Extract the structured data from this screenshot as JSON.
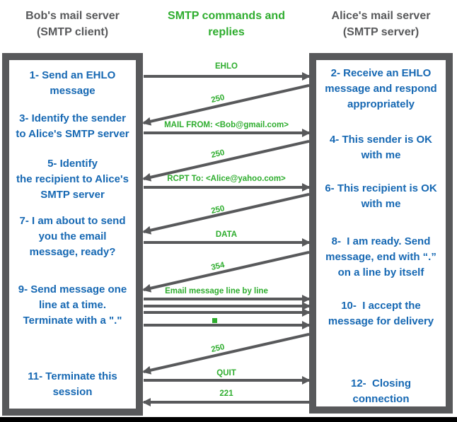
{
  "header": {
    "client": {
      "line1": "Bob's mail server",
      "line2": "(SMTP client)"
    },
    "title": {
      "line1": "SMTP commands and",
      "line2": "replies"
    },
    "server": {
      "line1": "Alice's mail server",
      "line2": "(SMTP server)"
    }
  },
  "client_box": {
    "steps": [
      "1- Send an EHLO\nmessage",
      "3- Identify the sender\nto Alice's SMTP server",
      "5- Identify\nthe recipient to Alice's\nSMTP server",
      "7- I am about to send\nyou the email\nmessage, ready?",
      "9- Send message one\nline at a time.\nTerminate with a \".\"",
      "11- Terminate this\nsession"
    ]
  },
  "server_box": {
    "steps": [
      "2- Receive an EHLO\nmessage and respond\nappropriately",
      "4- This sender is OK\nwith me",
      "6- This recipient is OK\nwith me",
      "8-  I am ready. Send\nmessage, end with “.”\non a line by itself",
      "10-  I accept the\nmessage for delivery",
      "12-  Closing\nconnection"
    ]
  },
  "messages": [
    {
      "label": "EHLO",
      "from": "client",
      "to": "server"
    },
    {
      "label": "250",
      "from": "server",
      "to": "client"
    },
    {
      "label": "MAIL FROM: <Bob@gmail.com>",
      "from": "client",
      "to": "server"
    },
    {
      "label": "250",
      "from": "server",
      "to": "client"
    },
    {
      "label": "RCPT To: <Alice@yahoo.com>",
      "from": "client",
      "to": "server"
    },
    {
      "label": "250",
      "from": "server",
      "to": "client"
    },
    {
      "label": "DATA",
      "from": "client",
      "to": "server"
    },
    {
      "label": "354",
      "from": "server",
      "to": "client"
    },
    {
      "label": "Email message line by line",
      "from": "client",
      "to": "server",
      "note": "sent as multiple arrows ending with a \".\" line shown as a green square"
    },
    {
      "label": "250",
      "from": "server",
      "to": "client"
    },
    {
      "label": "QUIT",
      "from": "client",
      "to": "server"
    },
    {
      "label": "221",
      "from": "server",
      "to": "client"
    }
  ],
  "colors": {
    "frame_gray": "#58595b",
    "arrow_gray": "#58595b",
    "step_blue": "#1668b3",
    "label_green": "#2ead2e",
    "dot_green": "#2ead2e",
    "footer_black": "#000000",
    "background": "#ffffff"
  }
}
